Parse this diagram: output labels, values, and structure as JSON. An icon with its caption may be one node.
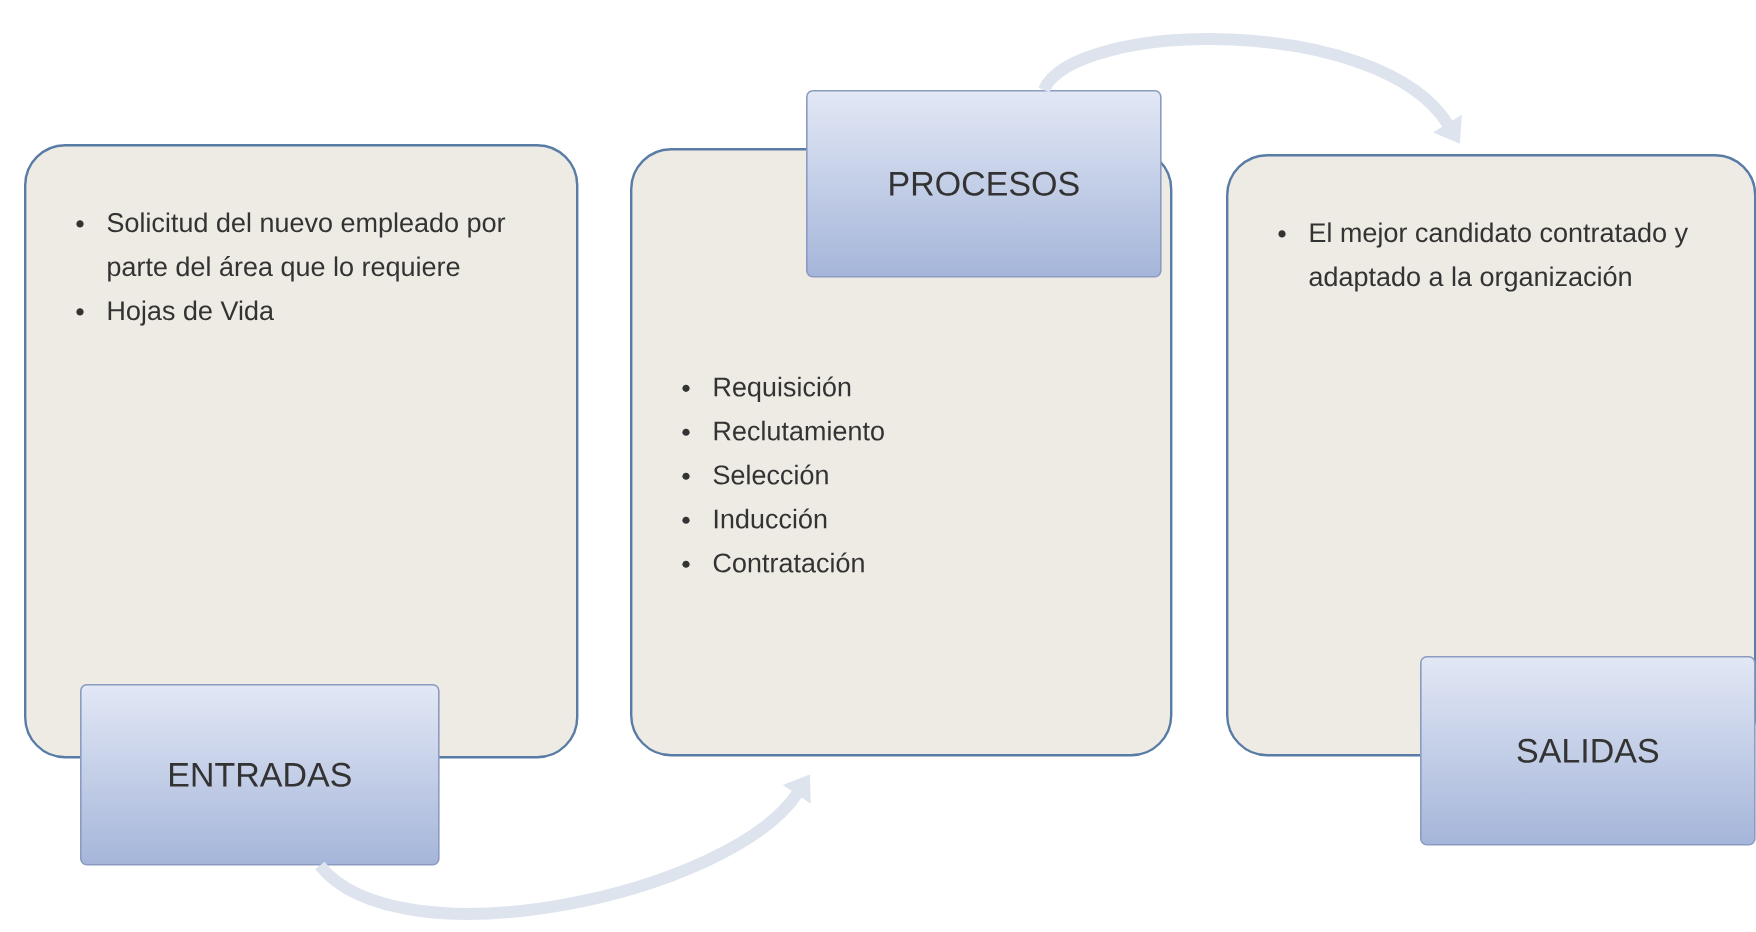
{
  "diagram": {
    "nodes": [
      {
        "text": [
          "Solicitud del nuevo empleado por parte del área que lo requiere",
          "Hojas de Vida"
        ]
      },
      {
        "text": [
          "ENTRADAS"
        ]
      },
      {
        "text": [
          "Requisición",
          "Reclutamiento",
          "Selección",
          "Inducción",
          "Contratación"
        ]
      },
      {
        "text": [
          "PROCESOS"
        ]
      },
      {
        "text": [
          "El mejor candidato contratado y adaptado a la organización"
        ]
      },
      {
        "text": [
          "SALIDAS"
        ]
      }
    ],
    "edges": [
      {
        "from": 1,
        "to": 2,
        "arrow": "to"
      },
      {
        "from": 3,
        "to": 4,
        "arrow": "to"
      }
    ]
  }
}
